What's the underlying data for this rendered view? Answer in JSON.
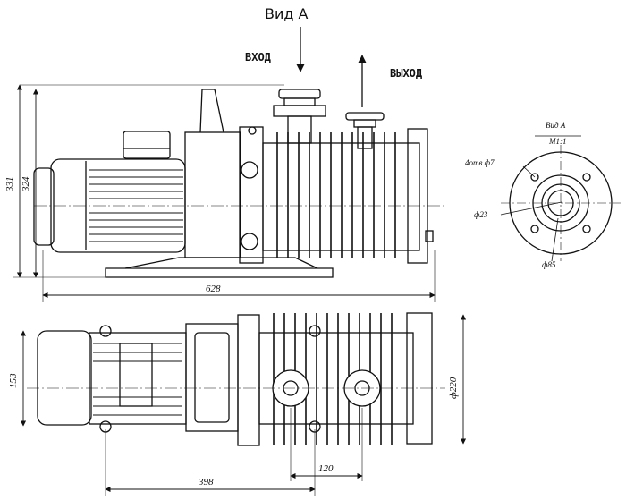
{
  "view_title": "Вид А",
  "ports": {
    "inlet": "ВХОД",
    "outlet": "ВЫХОД"
  },
  "detail_view": {
    "title": "Вид А",
    "scale": "М1:1",
    "holes_label": "4отв ф7",
    "bore_label": "ф23",
    "flange_label": "ф85"
  },
  "dimensions": {
    "overall_height": "331",
    "inner_height": "324",
    "overall_length": "628",
    "width": "153",
    "flange_diameter": "ф220",
    "base_length": "398",
    "port_spacing": "120"
  },
  "colors": {
    "ink": "#111111",
    "paper": "#ffffff"
  }
}
